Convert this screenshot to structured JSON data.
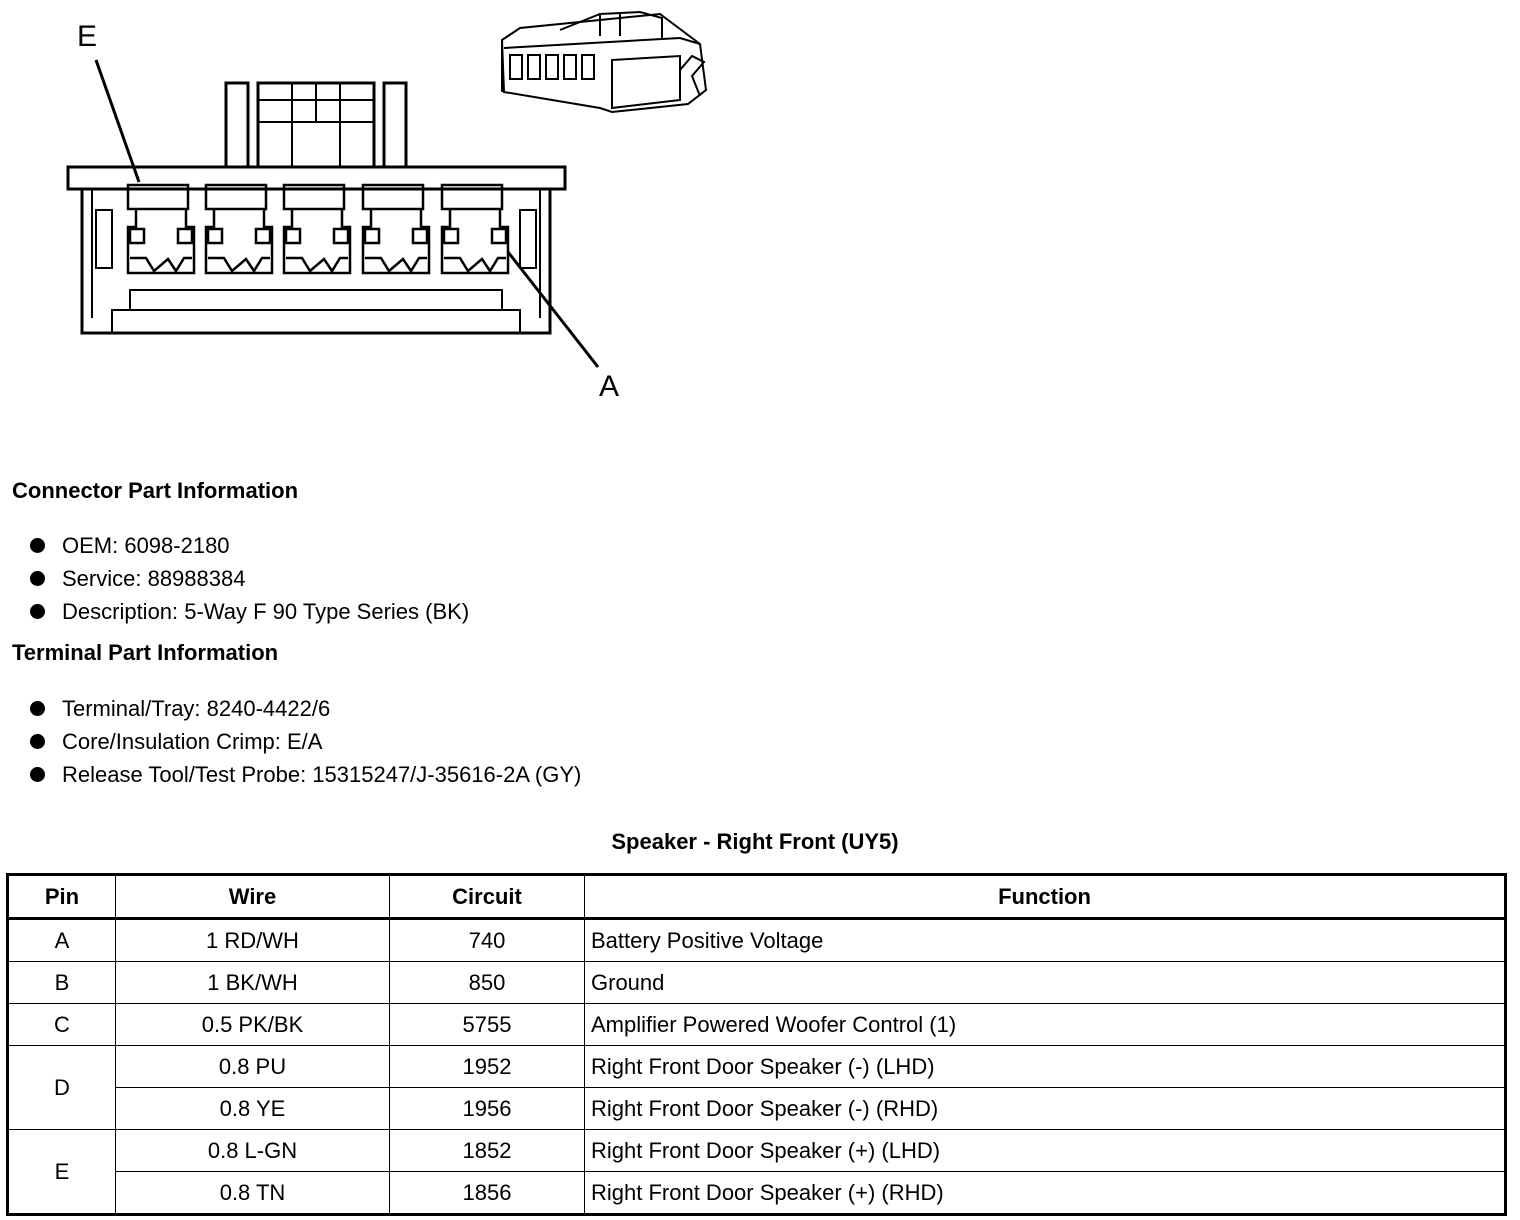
{
  "diagram": {
    "callout_e": "E",
    "callout_a": "A"
  },
  "connector_section": {
    "title": "Connector Part Information",
    "items": [
      "OEM: 6098-2180",
      "Service: 88988384",
      "Description: 5-Way F 90 Type Series (BK)"
    ]
  },
  "terminal_section": {
    "title": "Terminal Part Information",
    "items": [
      "Terminal/Tray: 8240-4422/6",
      "Core/Insulation Crimp: E/A",
      "Release Tool/Test Probe: 15315247/J-35616-2A (GY)"
    ]
  },
  "table": {
    "title": "Speaker - Right Front (UY5)",
    "headers": [
      "Pin",
      "Wire",
      "Circuit",
      "Function"
    ],
    "rows": [
      {
        "pin": "A",
        "wire": "1 RD/WH",
        "circuit": "740",
        "function": "Battery Positive Voltage"
      },
      {
        "pin": "B",
        "wire": "1 BK/WH",
        "circuit": "850",
        "function": "Ground"
      },
      {
        "pin": "C",
        "wire": "0.5 PK/BK",
        "circuit": "5755",
        "function": "Amplifier Powered Woofer Control (1)"
      },
      {
        "pin": "D",
        "wire": "0.8 PU",
        "circuit": "1952",
        "function": "Right Front Door Speaker (-) (LHD)"
      },
      {
        "pin": "D",
        "wire": "0.8 YE",
        "circuit": "1956",
        "function": "Right Front Door Speaker (-) (RHD)"
      },
      {
        "pin": "E",
        "wire": "0.8 L-GN",
        "circuit": "1852",
        "function": "Right Front Door Speaker (+) (LHD)"
      },
      {
        "pin": "E",
        "wire": "0.8 TN",
        "circuit": "1856",
        "function": "Right Front Door Speaker (+) (RHD)"
      }
    ]
  }
}
